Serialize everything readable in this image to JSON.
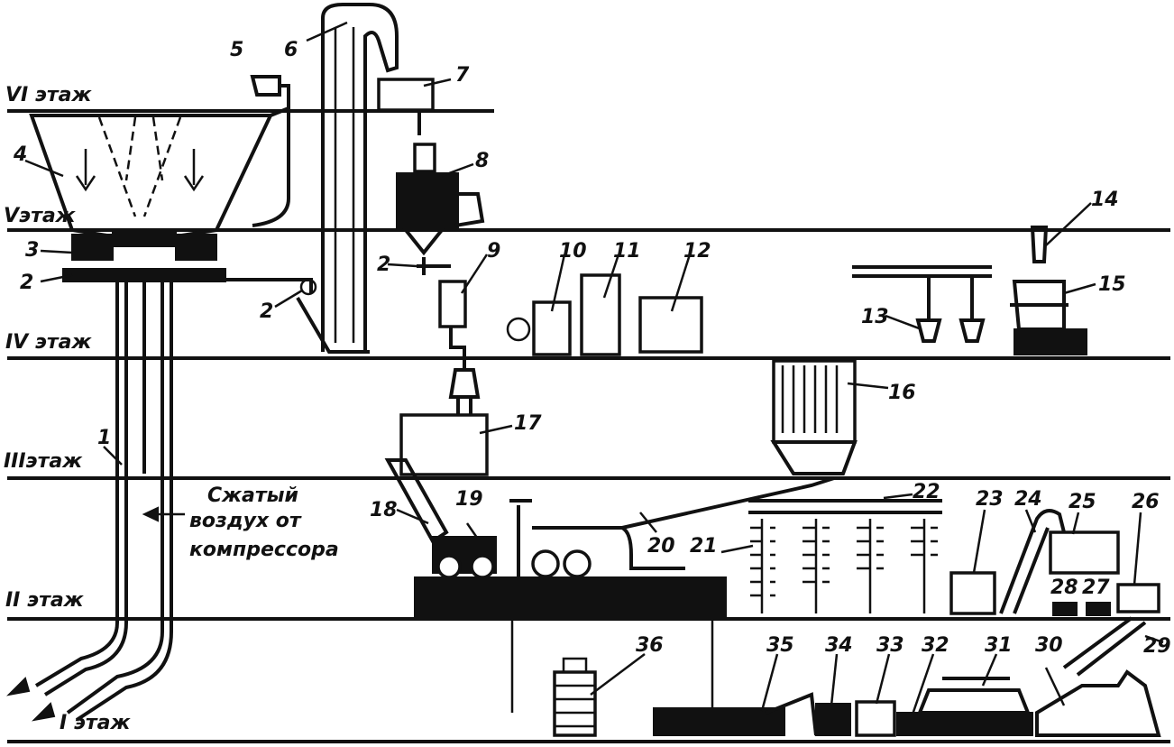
{
  "floors": {
    "VI": "VI этаж",
    "V": "Vэтаж",
    "IV": "IV этаж",
    "III": "IIIэтаж",
    "II": "II этаж",
    "I": "I этаж"
  },
  "compressed_air": {
    "line1": "Сжатый",
    "line2": "воздух от",
    "line3": "компрессора"
  },
  "callouts": {
    "n1": "1",
    "n2a": "2",
    "n2b": "2",
    "n2c": "2",
    "n3": "3",
    "n4": "4",
    "n5": "5",
    "n6": "6",
    "n7": "7",
    "n8": "8",
    "n9": "9",
    "n10": "10",
    "n11": "11",
    "n12": "12",
    "n13": "13",
    "n14": "14",
    "n15": "15",
    "n16": "16",
    "n17": "17",
    "n18": "18",
    "n19": "19",
    "n20": "20",
    "n21": "21",
    "n22": "22",
    "n23": "23",
    "n24": "24",
    "n25": "25",
    "n26": "26",
    "n27": "27",
    "n28": "28",
    "n29": "29",
    "n30": "30",
    "n31": "31",
    "n32": "32",
    "n33": "33",
    "n34": "34",
    "n35": "35",
    "n36": "36"
  },
  "colors": {
    "ink": "#111111",
    "paper": "#ffffff"
  }
}
